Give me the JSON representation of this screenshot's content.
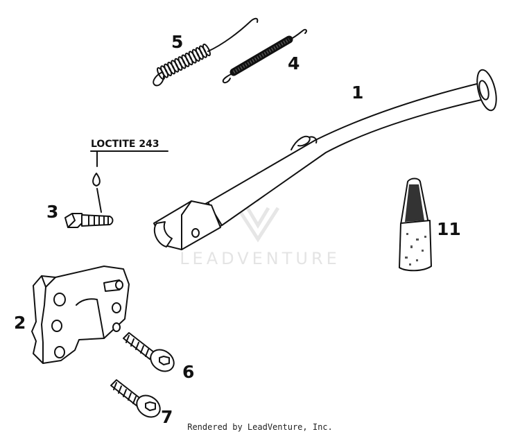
{
  "callouts": {
    "kickstand": "1",
    "bracket": "2",
    "bolt_3": "3",
    "spring_4": "4",
    "spring_5": "5",
    "bolt_6": "6",
    "bolt_7": "7",
    "threadlocker": "11"
  },
  "note": {
    "text": "LOCTITE 243"
  },
  "watermark": {
    "text": "LEADVENTURE"
  },
  "footer": {
    "text": "Rendered by LeadVenture, Inc."
  }
}
